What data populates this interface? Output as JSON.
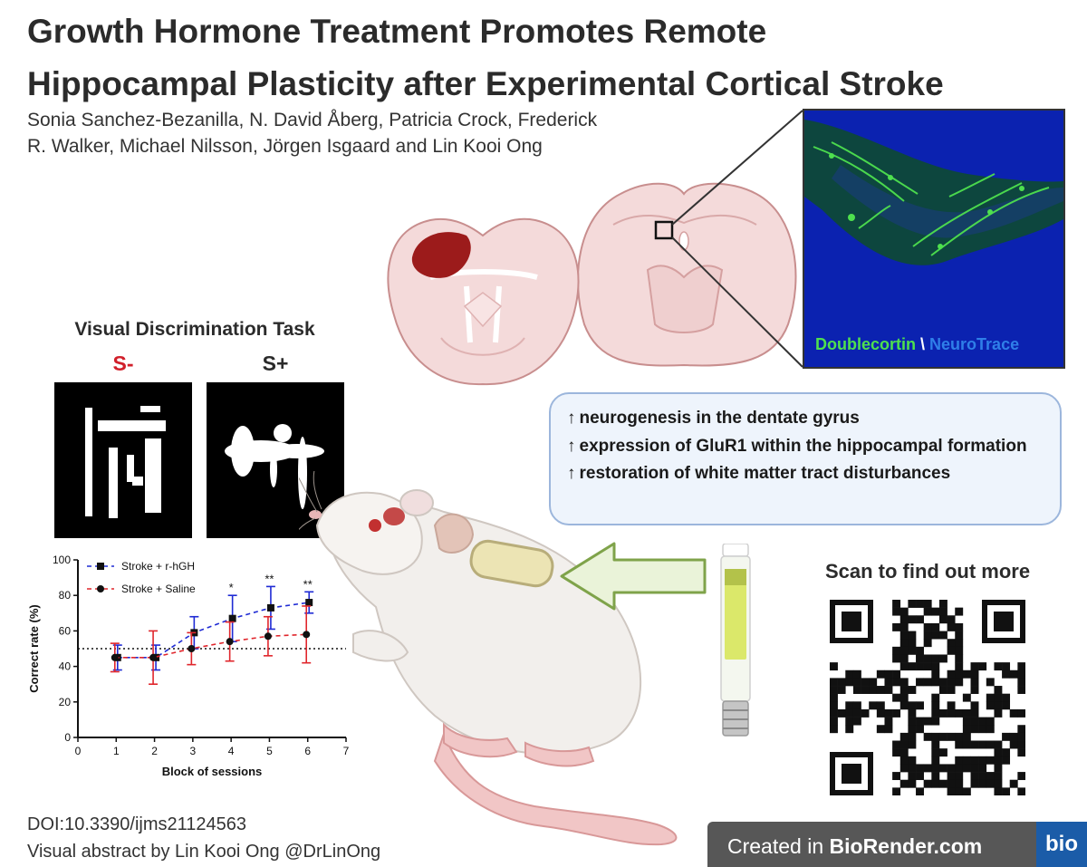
{
  "title": {
    "line1": "Growth Hormone Treatment Promotes Remote",
    "line2": "Hippocampal Plasticity after Experimental Cortical Stroke"
  },
  "authors": {
    "line1": "Sonia Sanchez-Bezanilla, N. David Åberg, Patricia Crock, Frederick",
    "line2": "R. Walker, Michael Nilsson, Jörgen Isgaard and Lin Kooi Ong"
  },
  "task": {
    "title": "Visual Discrimination Task",
    "s_minus": "S-",
    "s_plus": "S+"
  },
  "microscopy": {
    "label_dcx": "Doublecortin",
    "label_sep": "\\",
    "label_nt": "NeuroTrace"
  },
  "findings": {
    "arrow": "↑",
    "items": [
      "neurogenesis in the dentate gyrus",
      "expression of GluR1 within the hippocampal formation",
      "restoration of white matter tract disturbances"
    ]
  },
  "qr": {
    "title": "Scan to find out more"
  },
  "footer": {
    "doi": "DOI:10.3390/ijms21124563",
    "credit": "Visual abstract by Lin Kooi Ong @DrLinOng"
  },
  "biorender": {
    "prefix": "Created in ",
    "brand": "BioRender.com",
    "logo": "bio"
  },
  "colors": {
    "rhgh": "#1f2bd4",
    "saline": "#e0262c",
    "stroke_lesion": "#9c1b1b",
    "dcx_green": "#4ee04e",
    "neurotrace_blue": "#2f7fe8",
    "callout_border": "#9cb6dc",
    "arrow_green": "#eaf3d9"
  },
  "chart_data": {
    "type": "line",
    "xlabel": "Block of sessions",
    "ylabel": "Correct rate (%)",
    "xlim": [
      0,
      7
    ],
    "ylim": [
      0,
      100
    ],
    "xticks": [
      0,
      1,
      2,
      3,
      4,
      5,
      6,
      7
    ],
    "yticks": [
      0,
      20,
      40,
      60,
      80,
      100
    ],
    "grid": false,
    "legend": "top-left",
    "reference_line": 50,
    "series": [
      {
        "name": "Stroke + r-hGH",
        "marker": "square",
        "color": "#1f2bd4",
        "x": [
          1,
          2,
          3,
          4,
          5,
          6
        ],
        "y": [
          45,
          45,
          59,
          67,
          73,
          76
        ],
        "err": [
          7,
          7,
          9,
          13,
          12,
          6
        ]
      },
      {
        "name": "Stroke + Saline",
        "marker": "circle",
        "color": "#e0262c",
        "x": [
          1,
          2,
          3,
          4,
          5,
          6
        ],
        "y": [
          45,
          45,
          50,
          54,
          57,
          58
        ],
        "err": [
          8,
          15,
          9,
          11,
          11,
          16
        ]
      }
    ],
    "annotations": [
      {
        "x": 4,
        "text": "*"
      },
      {
        "x": 5,
        "text": "**"
      },
      {
        "x": 6,
        "text": "**"
      }
    ]
  }
}
